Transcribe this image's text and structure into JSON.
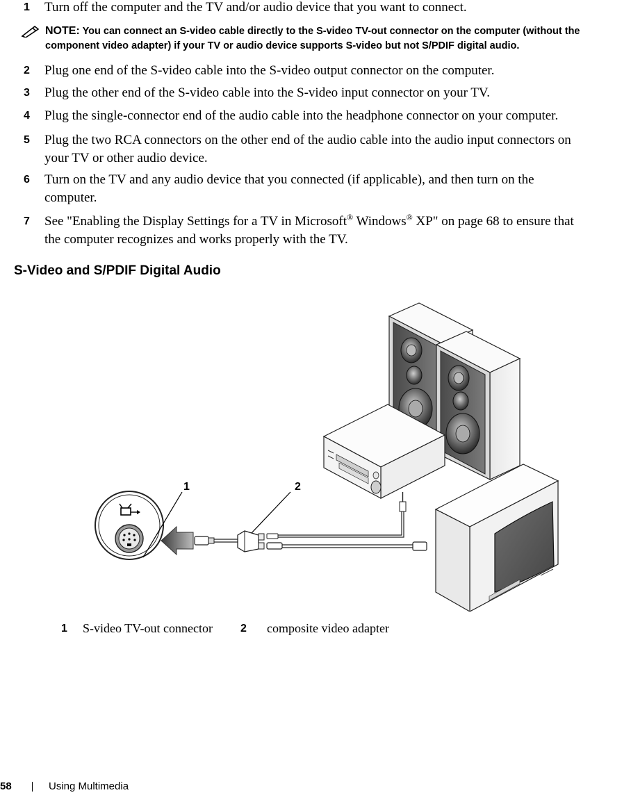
{
  "steps": [
    {
      "num": "1",
      "text": "Turn off the computer and the TV and/or audio device that you want to connect."
    },
    {
      "num": "2",
      "text": "Plug one end of the S-video cable into the S-video output connector on the computer."
    },
    {
      "num": "3",
      "text": "Plug the other end of the S-video cable into the S-video input connector on your TV."
    },
    {
      "num": "4",
      "text": "Plug the single-connector end of the audio cable into the headphone connector on your computer."
    },
    {
      "num": "5",
      "line1": "Plug the two RCA connectors on the other end of the audio cable into the audio input connectors on",
      "line2": "your TV or other audio device."
    },
    {
      "num": "6",
      "line1": "Turn on the TV and any audio device that you connected (if applicable), and then turn on the",
      "line2": "computer."
    },
    {
      "num": "7",
      "pre": "See \"Enabling the Display Settings for a TV in Microsoft",
      "reg": "®",
      "mid": " Windows",
      "post": " XP\" on page 68 to ensure that",
      "line2": "the computer recognizes and works properly with the TV."
    }
  ],
  "note": {
    "label": "NOTE:",
    "text": "You can connect an S-video cable directly to the S-video TV-out connector on the computer (without the component video adapter) if your TV or audio device supports S-video but not S/PDIF digital audio."
  },
  "section_title": "S-Video and S/PDIF Digital Audio",
  "figure": {
    "callout_1": "1",
    "callout_2": "2"
  },
  "legend": [
    {
      "num": "1",
      "label": "S-video TV-out connector"
    },
    {
      "num": "2",
      "label": "composite video adapter"
    }
  ],
  "footer": {
    "page_number": "58",
    "chapter": "Using Multimedia"
  }
}
